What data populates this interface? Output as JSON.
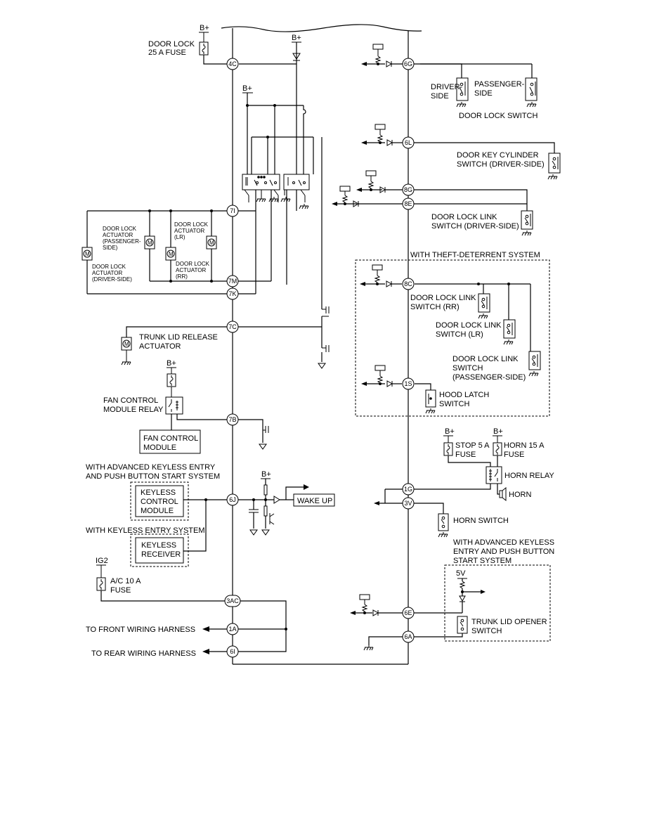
{
  "connectors": {
    "c4C": "4C",
    "c7I": "7I",
    "c7M": "7M",
    "c7K": "7K",
    "c7C": "7C",
    "c7B": "7B",
    "c6J": "6J",
    "c3AC": "3AC",
    "c1A": "1A",
    "c6I": "6I",
    "c6G": "6G",
    "c6L": "6L",
    "c8G": "8G",
    "c8E": "8E",
    "c8C": "8C",
    "c1S": "1S",
    "c1G": "1G",
    "c3V": "3V",
    "c6E": "6E",
    "c6A": "6A"
  },
  "supply": {
    "bplus": "B+",
    "ig2": "IG2",
    "v5": "5V"
  },
  "labels": {
    "door_lock_fuse": [
      "DOOR LOCK",
      "25 A FUSE"
    ],
    "act_pass": [
      "DOOR LOCK",
      "ACTUATOR",
      "(PASSENGER-",
      "SIDE)"
    ],
    "act_lr": [
      "DOOR LOCK",
      "ACTUATOR",
      "(LR)"
    ],
    "act_rr": [
      "DOOR LOCK",
      "ACTUATOR",
      "(RR)"
    ],
    "act_drv": [
      "DOOR LOCK",
      "ACTUATOR",
      "(DRIVER-SIDE)"
    ],
    "trunk_act": [
      "TRUNK LID RELEASE",
      "ACTUATOR"
    ],
    "fan_relay": [
      "FAN CONTROL",
      "MODULE RELAY"
    ],
    "fan_module": [
      "FAN CONTROL",
      "MODULE"
    ],
    "adv_keyless": [
      "WITH ADVANCED KEYLESS ENTRY",
      "AND PUSH BUTTON START SYSTEM"
    ],
    "keyless_module": [
      "KEYLESS",
      "CONTROL",
      "MODULE"
    ],
    "with_keyless": "WITH KEYLESS ENTRY SYSTEM",
    "keyless_receiver": [
      "KEYLESS",
      "RECEIVER"
    ],
    "wake_up": "WAKE UP",
    "ac_fuse": [
      "A/C 10 A",
      "FUSE"
    ],
    "front_harness": "TO FRONT WIRING HARNESS",
    "rear_harness": "TO REAR WIRING HARNESS",
    "driver_side": [
      "DRIVER-",
      "SIDE"
    ],
    "passenger_side": [
      "PASSENGER-",
      "SIDE"
    ],
    "door_lock_switch": "DOOR LOCK SWITCH",
    "key_cylinder": [
      "DOOR KEY CYLINDER",
      "SWITCH (DRIVER-SIDE)"
    ],
    "link_driver": [
      "DOOR LOCK LINK",
      "SWITCH (DRIVER-SIDE)"
    ],
    "theft": "WITH THEFT-DETERRENT SYSTEM",
    "link_rr": [
      "DOOR LOCK LINK",
      "SWITCH (RR)"
    ],
    "link_lr": [
      "DOOR LOCK LINK",
      "SWITCH (LR)"
    ],
    "link_pass": [
      "DOOR LOCK LINK",
      "SWITCH",
      "(PASSENGER-SIDE)"
    ],
    "hood_latch": [
      "HOOD LATCH",
      "SWITCH"
    ],
    "stop_fuse": [
      "STOP 5 A",
      "FUSE"
    ],
    "horn_fuse": [
      "HORN 15 A",
      "FUSE"
    ],
    "horn_relay": "HORN RELAY",
    "horn": "HORN",
    "horn_switch": "HORN SWITCH",
    "adv_trunk": [
      "WITH ADVANCED KEYLESS",
      "ENTRY AND PUSH BUTTON",
      "START SYSTEM"
    ],
    "trunk_opener": [
      "TRUNK LID OPENER",
      "SWITCH"
    ]
  },
  "motor_symbol": "M"
}
